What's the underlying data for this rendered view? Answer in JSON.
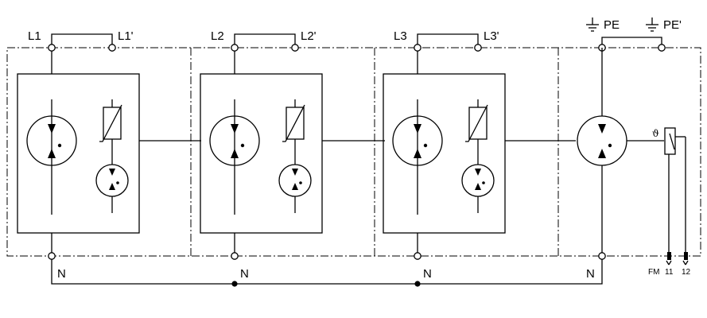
{
  "diagram": {
    "modules": [
      {
        "in_label": "L1",
        "out_label": "L1'",
        "n_label": "N"
      },
      {
        "in_label": "L2",
        "out_label": "L2'",
        "n_label": "N"
      },
      {
        "in_label": "L3",
        "out_label": "L3'",
        "n_label": "N"
      }
    ],
    "pe_module": {
      "pe_label": "PE",
      "pe2_label": "PE'",
      "n_label": "N"
    },
    "thermal_symbol": "ϑ",
    "remote_contact": {
      "label": "FM",
      "pin_a": "11",
      "pin_b": "12"
    }
  }
}
